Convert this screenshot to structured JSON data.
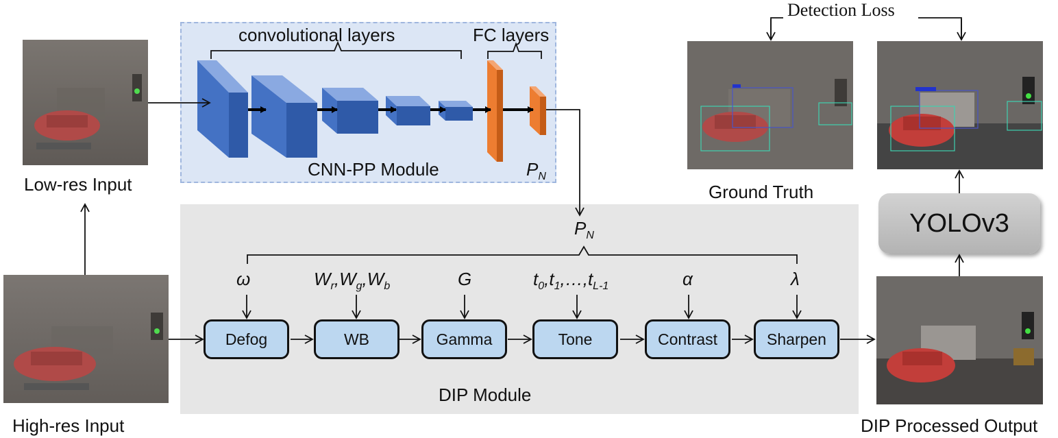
{
  "inputs": {
    "low_res_label": "Low-res Input",
    "high_res_label": "High-res Input"
  },
  "cnn_pp": {
    "conv_label": "convolutional layers",
    "fc_label": "FC layers",
    "module_label": "CNN-PP Module",
    "output_param": "P",
    "output_param_sub": "N"
  },
  "dip": {
    "module_label": "DIP Module",
    "params_label": "P",
    "params_label_sub": "N",
    "filters": [
      {
        "name": "Defog",
        "param": "ω"
      },
      {
        "name": "WB",
        "param": "Wr,Wg,Wb"
      },
      {
        "name": "Gamma",
        "param": "G"
      },
      {
        "name": "Tone",
        "param": "t0,t1,…,tL-1"
      },
      {
        "name": "Contrast",
        "param": "α"
      },
      {
        "name": "Sharpen",
        "param": "λ"
      }
    ]
  },
  "detector": {
    "name": "YOLOv3"
  },
  "outputs": {
    "ground_truth_label": "Ground Truth",
    "dip_output_label": "DIP Processed Output",
    "loss_label": "Detection Loss"
  },
  "colors": {
    "conv_blue": "#4472c4",
    "fc_orange": "#ed7d31",
    "filter_fill": "#bcd7f0",
    "cnn_panel": "#dce6f5",
    "dip_panel": "#e6e6e6"
  }
}
